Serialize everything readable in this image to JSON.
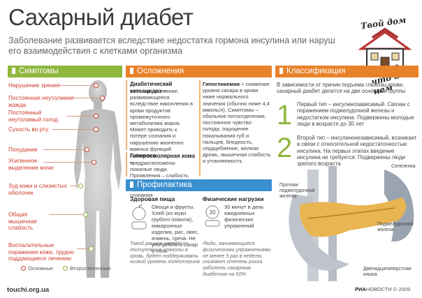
{
  "header": {
    "title": "Сахарный диабет",
    "subtitle_line1": "Заболевание развивается вследствие недостатка гормона инсулина или наруш",
    "subtitle_line2": "его взаимодействия с клетками организма"
  },
  "logo": {
    "top": "Твой дом",
    "bottom1": "и все,",
    "bottom2": "что в нем"
  },
  "symptoms": {
    "title": "Симптомы",
    "items": [
      "Нарушение зрения",
      "Постоянная неутолимая жажда",
      "Постоянный неутолимый голод",
      "Сухость во рту",
      "Похудание",
      "Усиленное выделение мочи",
      "Зуд кожи и слизистых оболочек",
      "Общая мышечная слабость",
      "Воспалительные поражения кожи, трудно поддающиеся лечению"
    ],
    "legend_main": "Основные",
    "legend_secondary": "Второстепенные"
  },
  "complications": {
    "title": "Осложнения",
    "ketoacidosis_title": "Диабетический кетоацидоз –",
    "ketoacidosis_text": "тяжелое состояние, развивающееся вследствие накопления в крови продуктов промежуточного метаболизма жиров. Может приводить к потере сознания и нарушению жизненно важных функций организма",
    "hyperosmolar_title": "Гиперосмолярная кома –",
    "hyperosmolar_text": "предрасположены пожилые люди. Проявления – слабость вялость, мышечные судороги потеря сознания",
    "hypoglycemia_title": "Гипогликемия –",
    "hypoglycemia_text": "снижение уровня сахара в крови ниже нормального значения (обычно ниже 4,4 ммоль/л). Симптомы – обильное потоотделение, постоянное чувство голода, ощущение покалывания губ и пальцев, бледность, сердцебиение, мелкая дрожь, мышечная слабость и утомляемость"
  },
  "prevention": {
    "title": "Профилактика",
    "food_title": "Здоровая пища",
    "food_text": "Овощи и фрукты. Хлеб (из муки грубого помола), макаронные изделия, рис, овес, ячмень, греча. Не употреблять сахар и соль",
    "food_note": "Такой рацион замедлит поступление глюкозы в кровь, будет поддерживать низкий уровень холестерина",
    "exercise_title": "Физические нагрузки",
    "exercise_text": "30 минут в день ежедневных физических упражнений",
    "exercise_note": "Люди, занимающиеся физическими упражнениями не менее 5 раз в неделю, снижают степень риска заболеть сахарным диабетом на 50%",
    "exercise_badge": "30"
  },
  "classification": {
    "title": "Классификация",
    "intro": "В зависимости от причин подъема глюкозы крови, сахарный диабет делится на две основные группы",
    "type1_num": "1",
    "type1_text": "Первый тип – инсулинозависимый. Связан с поражением поджелудочной железы и недостатком инсулина. Подвержены молодые люди в возрасте до 30 лет",
    "type2_num": "2",
    "type2_text": "Второй тип – инсулинонезависимый, возникает в связи с относительной недостаточностью инсулина. На первых этапах введение инсулина не требуется. Подвержены люди зрелого возраста",
    "organ_labels": {
      "spleen": "Селезенка",
      "ducts": "Протоки поджелудочной железы",
      "pancreas": "Поджелудочная железа",
      "duodenum": "Двенадцатиперстная кишка"
    }
  },
  "footer": {
    "site": "touchi.org.ua",
    "source_brand": "РИА",
    "source_rest": "НОВОСТИ © 2009"
  },
  "colors": {
    "green": "#8fb73e",
    "orange": "#e8822a",
    "blue": "#3a8fcf",
    "red_text": "#cc3a2a"
  }
}
